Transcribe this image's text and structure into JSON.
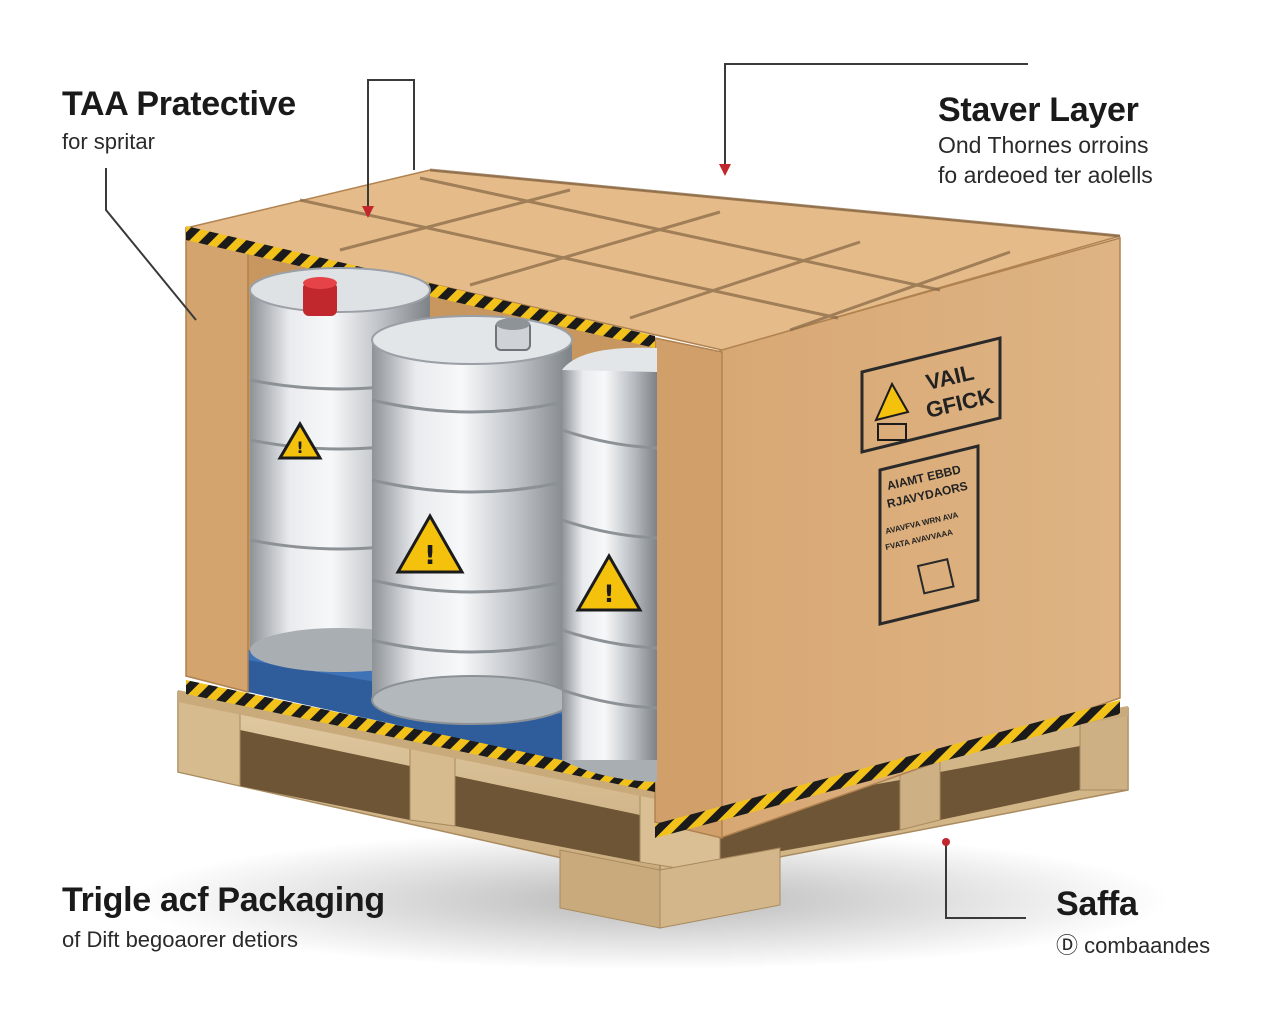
{
  "callouts": {
    "top_left": {
      "title": "TAA Pratective",
      "sub": "for spritar"
    },
    "top_right": {
      "title": "Staver Layer",
      "sub_line1": "Ond Thornes orroins",
      "sub_line2": "fo ardeoed ter aolells"
    },
    "bottom_left": {
      "title": "Trigle acf Packaging",
      "sub": "of Dift begoaorer detiors"
    },
    "bottom_right": {
      "title": "Saffa",
      "sub": "combaandes"
    }
  },
  "box_labels": {
    "warning_label_line1": "VAIL",
    "warning_label_line2": "GFICK",
    "info_label_line1": "AIAMT EBBD",
    "info_label_line2": "RJAVYDAORS",
    "info_small_1": "AVAVFVA WRN AVA",
    "info_small_2": "FVATA AVAVVAAA"
  },
  "colors": {
    "cardboard_front": "#d9ad7c",
    "cardboard_side": "#cfa06c",
    "cardboard_top": "#e7bd8c",
    "tape_yellow": "#f2c21a",
    "tape_black": "#1b1b1b",
    "pallet_wood": "#d8bf96",
    "drum_silver": "#c9ccd0",
    "base_blue": "#2f5d9c",
    "accent_red": "#c0282d",
    "hazard_yellow": "#f4c20d"
  }
}
